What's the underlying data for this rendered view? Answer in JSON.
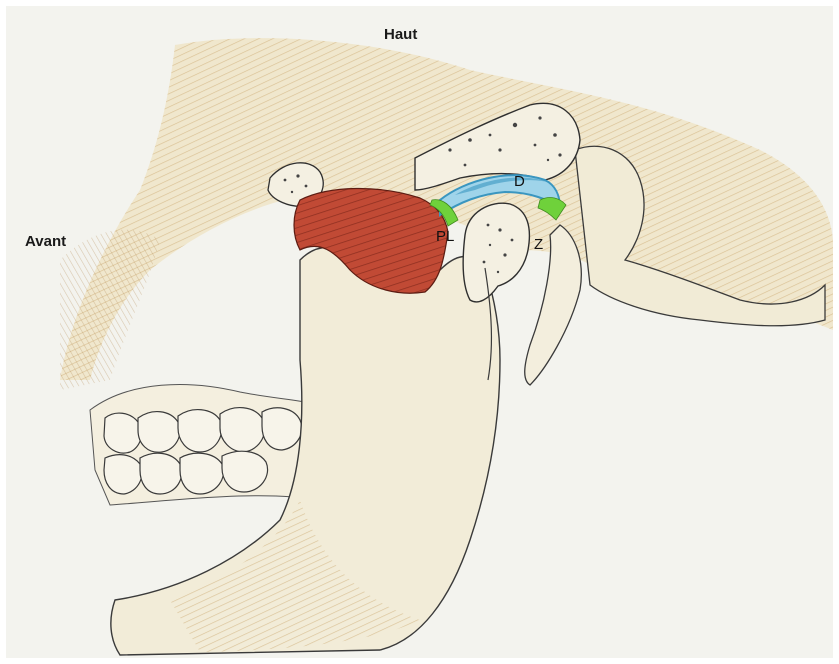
{
  "labels": {
    "haut": "Haut",
    "avant": "Avant",
    "disc": "D",
    "pterygoid": "PL",
    "zone": "Z"
  },
  "colors": {
    "background": "#ffffff",
    "paper": "#f3f3ee",
    "bone": "#f1ebd6",
    "bone_shadow": "#d9c9a0",
    "bone_line": "#3a3a3a",
    "muscle": "#c14a35",
    "muscle_dark": "#7a2418",
    "disc_blue": "#9fd4ea",
    "disc_dark": "#3a96c0",
    "ligament_green": "#6fd13b",
    "hatch": "#c9a46a"
  }
}
